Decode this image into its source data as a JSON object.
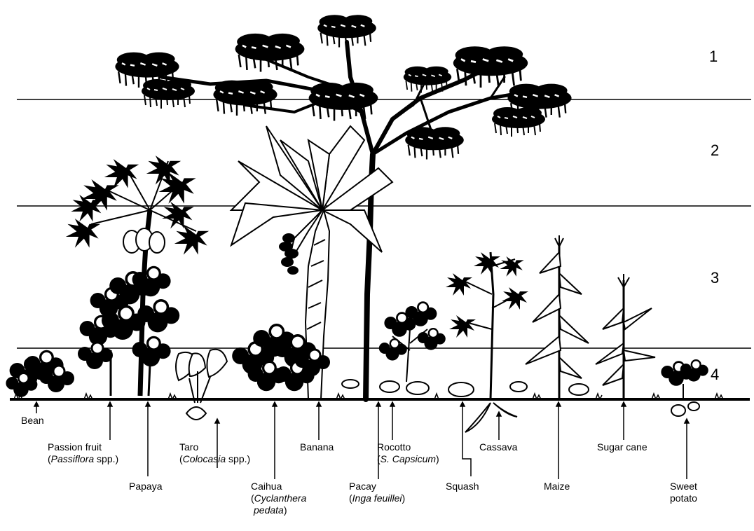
{
  "layers": [
    "1",
    "2",
    "3",
    "4"
  ],
  "labels": {
    "bean": "Bean",
    "passion_fruit": {
      "common": "Passion fruit",
      "sci_open": "(",
      "sci": "Passiflora",
      "sci_rest": " spp.)"
    },
    "papaya": "Papaya",
    "taro": {
      "common": "Taro",
      "sci_open": "(",
      "sci": "Colocasia",
      "sci_rest": " spp.)"
    },
    "caihua": {
      "common": "Caihua",
      "sci_open": "(",
      "sci_line1": "Cyclanthera",
      "sci_line2": "pedata",
      "sci_close": ")"
    },
    "banana": "Banana",
    "pacay": {
      "common": "Pacay",
      "sci_open": "(",
      "sci": "Inga feuillei",
      "sci_close": ")"
    },
    "rocotto": {
      "common": "Rocotto",
      "sci_open": "(",
      "sci": "S. Capsicum",
      "sci_close": ")"
    },
    "squash": "Squash",
    "cassava": "Cassava",
    "maize": "Maize",
    "sugar_cane": "Sugar cane",
    "sweet_potato": {
      "line1": "Sweet",
      "line2": "potato"
    }
  },
  "colors": {
    "ink": "#000000",
    "paper": "#ffffff"
  }
}
